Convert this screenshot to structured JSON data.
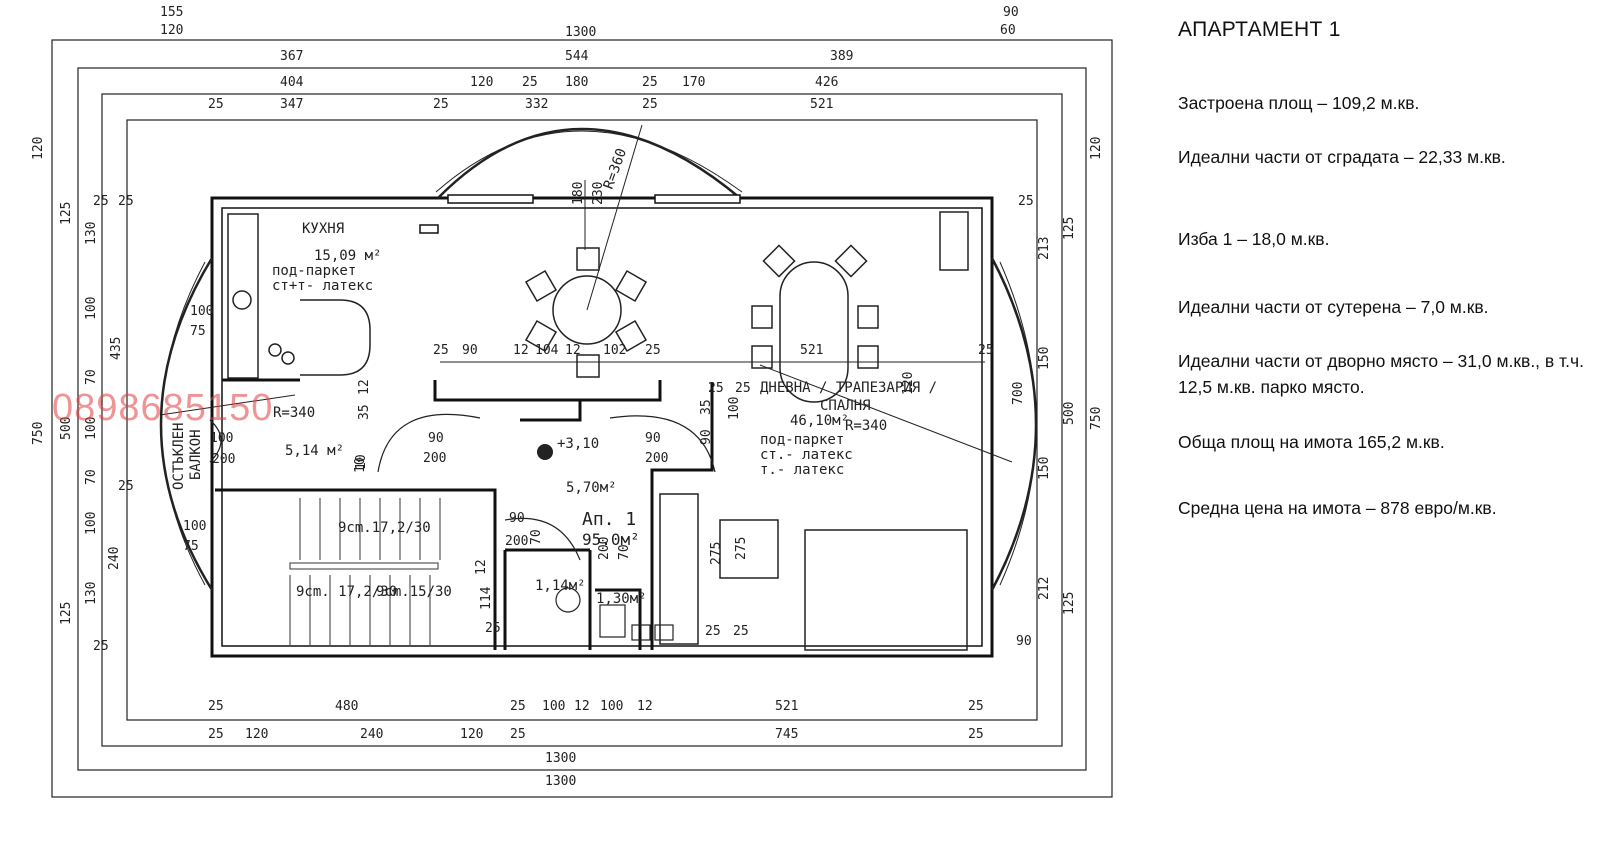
{
  "info": {
    "title": "АПАРТАМЕНТ 1",
    "lines": [
      "Застроена площ – 109,2 м.кв.",
      "Идеални части от сградата – 22,33 м.кв.",
      "Изба 1 – 18,0 м.кв.",
      "Идеални части от сутерена – 7,0 м.кв.",
      "Идеални части от дворно място – 31,0 м.кв., в т.ч. 12,5 м.кв. парко място.",
      "Обща площ на имота 165,2 м.кв.",
      "Средна цена на имота – 878 евро/м.кв."
    ]
  },
  "plan": {
    "watermark": "0898685150",
    "rooms": {
      "kitchen": [
        "КУХНЯ",
        "15,09 м²",
        "под-паркет",
        "ст+т- латекс"
      ],
      "living": [
        "ДНЕВНА / ТРАПЕЗАРИЯ /",
        "СПАЛНЯ",
        "46,10м²",
        "под-паркет",
        "ст.- латекс",
        "т.- латекс"
      ],
      "hall": "5,70м²",
      "entry": "5,14 м²",
      "balcony": [
        "ОСТЪКЛЕН",
        "БАЛКОН"
      ],
      "apartment": [
        "Ап. 1",
        "95.0м²"
      ],
      "wc1": "1,14м²",
      "wc2": "1,30м²",
      "level": "+3,10",
      "stairs": [
        "9cm.17,2/30",
        "9cm. 17,2/30",
        "9cm.15/30"
      ]
    },
    "radii": [
      "R=360",
      "R=340",
      "R=340"
    ],
    "dims": {
      "top": [
        "155",
        "120",
        "1300",
        "90",
        "60",
        "367",
        "544",
        "389",
        "404",
        "120",
        "25",
        "180",
        "25",
        "170",
        "426",
        "25",
        "347",
        "25",
        "332",
        "25",
        "521"
      ],
      "bottom": [
        "25",
        "480",
        "25",
        "100",
        "12",
        "100",
        "12",
        "521",
        "25",
        "25",
        "120",
        "240",
        "120",
        "25",
        "745",
        "25",
        "1300",
        "1300"
      ],
      "left": [
        "120",
        "125",
        "130",
        "25",
        "25",
        "100",
        "435",
        "70",
        "750",
        "500",
        "100",
        "70",
        "25",
        "100",
        "240",
        "130",
        "125",
        "25"
      ],
      "right": [
        "120",
        "25",
        "125",
        "213",
        "150",
        "700",
        "500",
        "750",
        "150",
        "212",
        "125",
        "90"
      ],
      "inner": [
        "25",
        "90",
        "12",
        "104",
        "12",
        "102",
        "25",
        "521",
        "25",
        "12",
        "35",
        "90",
        "200",
        "90",
        "200",
        "35",
        "90",
        "100",
        "120",
        "10",
        "25",
        "25",
        "275",
        "275",
        "90",
        "200",
        "70",
        "200",
        "70",
        "10",
        "12",
        "25",
        "114",
        "25",
        "25",
        "100",
        "75",
        "100",
        "200",
        "100",
        "75",
        "180",
        "230"
      ]
    }
  }
}
